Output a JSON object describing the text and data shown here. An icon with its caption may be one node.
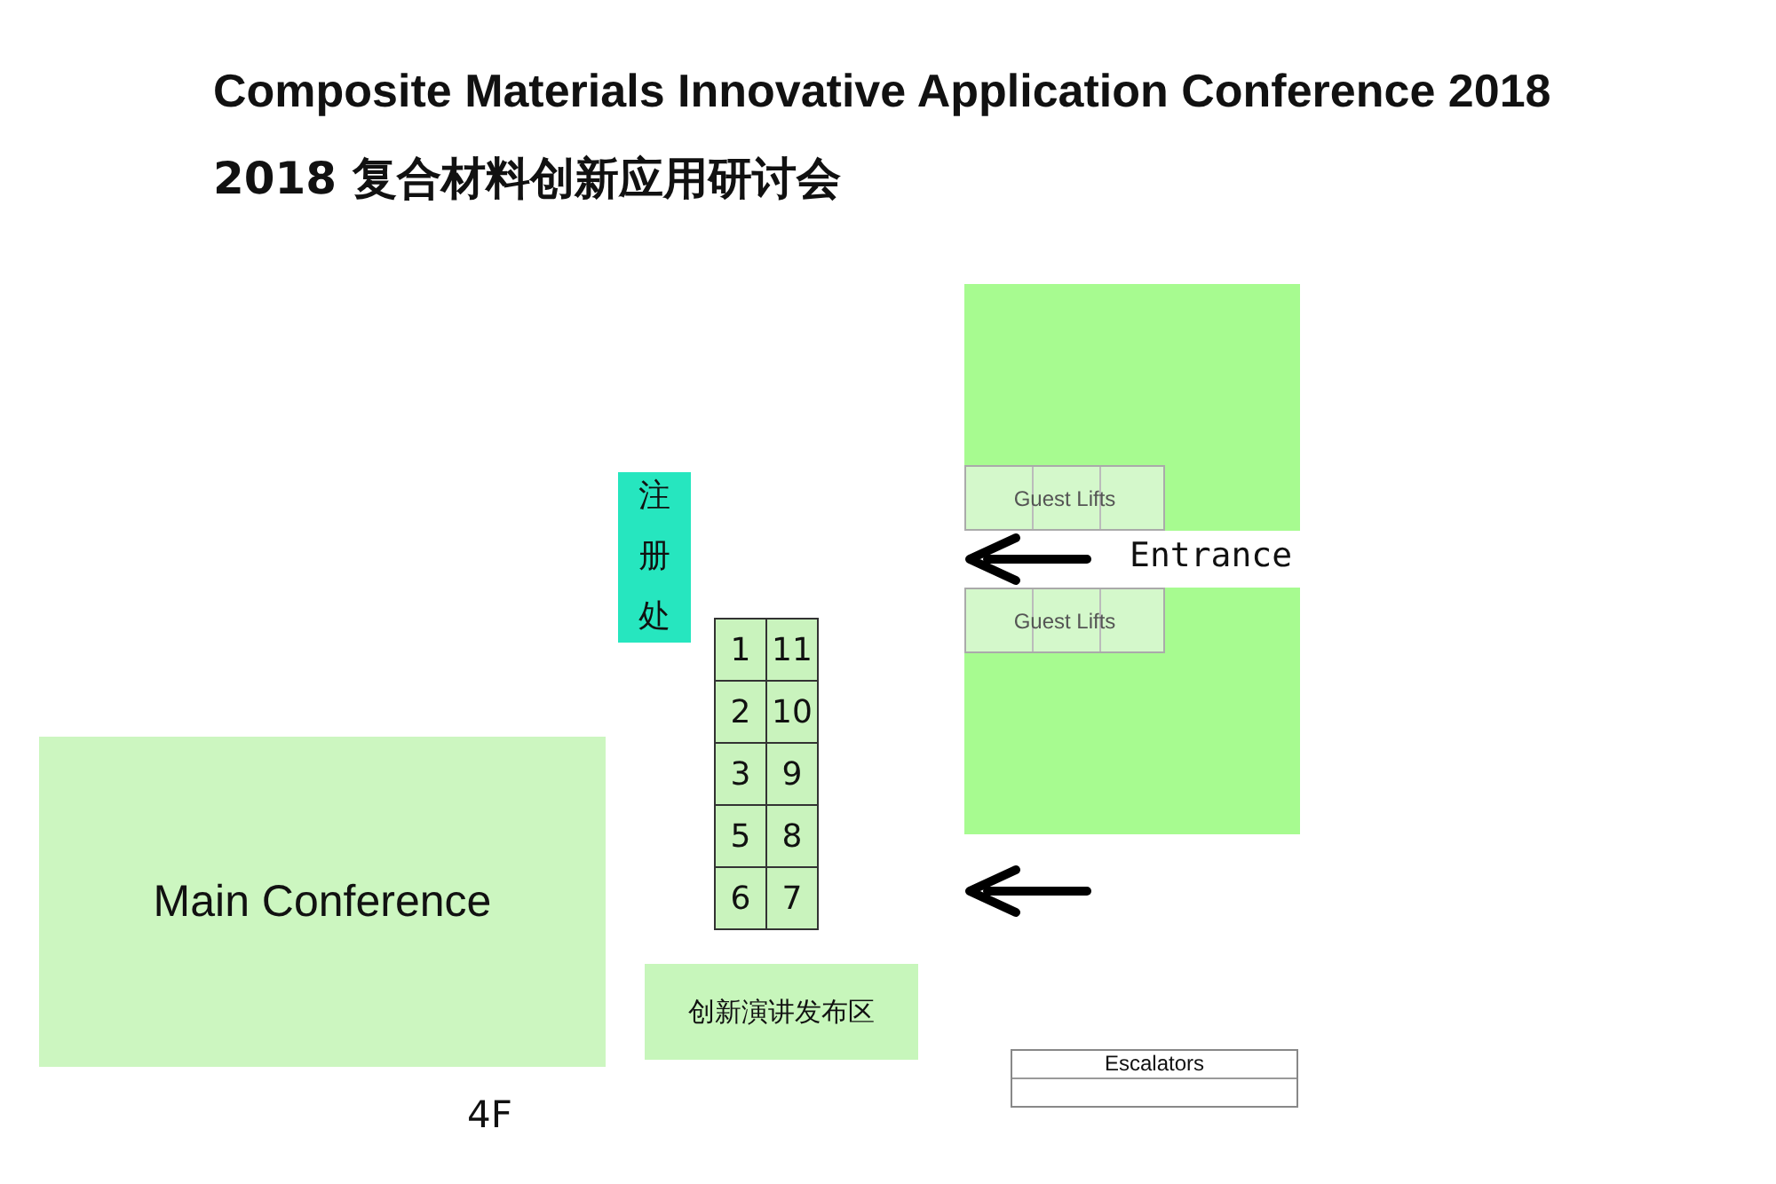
{
  "diagram": {
    "title": "Composite Materials Innovative Application Conference 2018",
    "nodes": [
      {
        "text": [
          "Main Conference"
        ]
      },
      {
        "text": [
          "注册处"
        ]
      },
      {
        "text": [
          "1"
        ]
      },
      {
        "text": [
          "11"
        ]
      },
      {
        "text": [
          "2"
        ]
      },
      {
        "text": [
          "10"
        ]
      },
      {
        "text": [
          "3"
        ]
      },
      {
        "text": [
          "9"
        ]
      },
      {
        "text": [
          "5"
        ]
      },
      {
        "text": [
          "8"
        ]
      },
      {
        "text": [
          "6"
        ]
      },
      {
        "text": [
          "7"
        ]
      },
      {
        "text": [
          "创新演讲发布区"
        ]
      },
      {
        "text": [],
        "shape": "box"
      },
      {
        "text": [
          "Guest Lifts"
        ],
        "in": 13
      },
      {
        "text": [],
        "shape": "box"
      },
      {
        "text": [
          "Guest Lifts"
        ],
        "in": 15
      },
      {
        "text": [
          "Escalators"
        ]
      }
    ],
    "labels": [
      "2018 复合材料创新应用研讨会",
      "Entrance",
      "4F"
    ]
  }
}
